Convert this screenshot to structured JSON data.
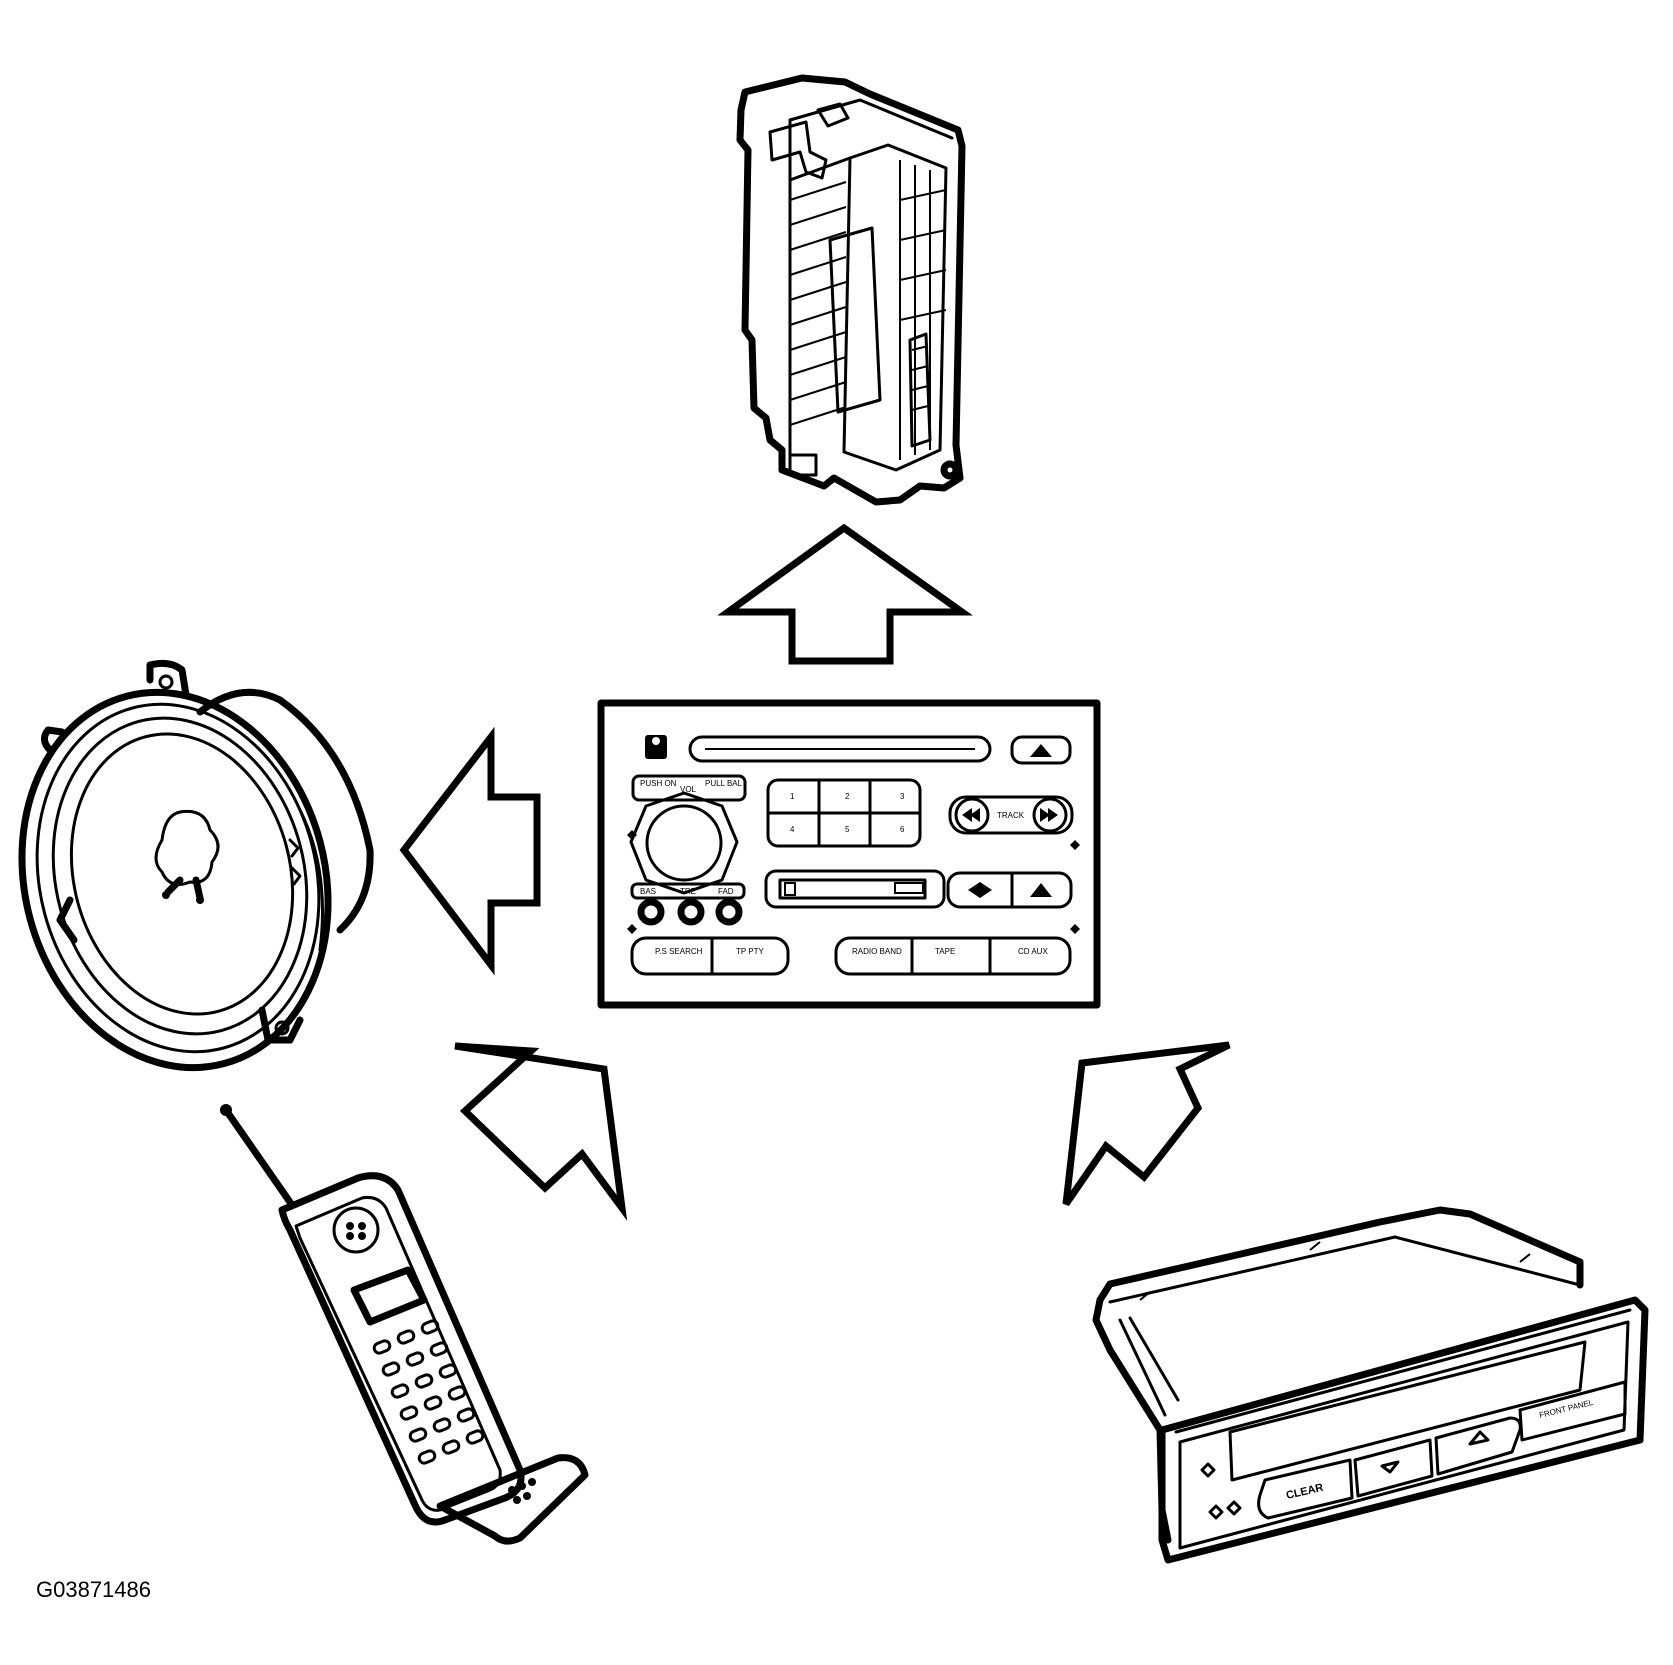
{
  "figure_id": "G03871486",
  "radio_labels": {
    "push_on": "PUSH ON",
    "vol": "VOL",
    "pull_bal": "PULL BAL",
    "bas": "BAS",
    "tre": "TRE",
    "fad": "FAD",
    "track": "TRACK",
    "presets": [
      "1",
      "2",
      "3",
      "4",
      "5",
      "6"
    ],
    "pscan_seek": "P.S SEARCH",
    "tp_pty": "TP PTY",
    "radio_band": "RADIO BAND",
    "tape": "TAPE",
    "cd_aux": "CD AUX"
  },
  "changer_labels": {
    "clear": "CLEAR",
    "front_panel": "FRONT PANEL"
  }
}
